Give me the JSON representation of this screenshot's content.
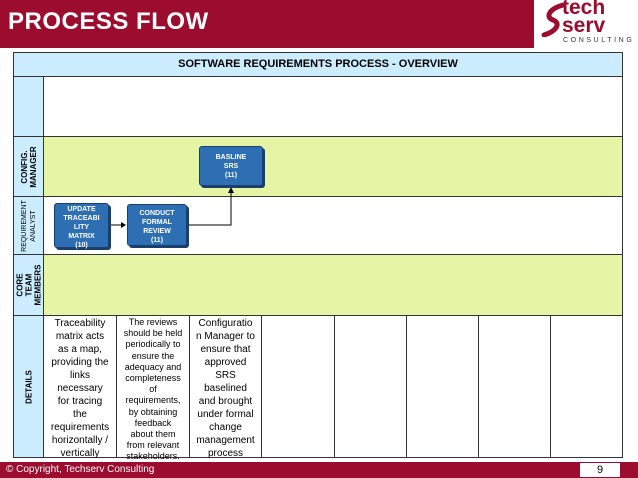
{
  "header": {
    "title": "PROCESS FLOW",
    "logo_line1": "tech",
    "logo_line2": "serv",
    "logo_sub": "CONSULTING"
  },
  "diagram": {
    "title": "SOFTWARE REQUIREMENTS PROCESS - OVERVIEW",
    "lanes": [
      {
        "label": ""
      },
      {
        "label": "CONFIG.\nMANAGER"
      },
      {
        "label": "REQUIREMENT\nANALYST"
      },
      {
        "label": "CORE TEAM\nMEMBERS"
      },
      {
        "label": "DETAILS"
      }
    ],
    "nodes": [
      {
        "id": "update-traceability",
        "label": "UPDATE\nTRACEABI\nLITY\nMATRIX\n(10)"
      },
      {
        "id": "conduct-formal-review",
        "label": "CONDUCT\nFORMAL\nREVIEW\n(11)"
      },
      {
        "id": "basline-srs",
        "label": "BASLINE\nSRS\n(11)"
      }
    ],
    "details": [
      "Traceability\nmatrix acts\nas a map,\nproviding the\nlinks\nnecessary\nfor tracing\nthe\nrequirements\nhorizontally /\nvertically",
      "The reviews\nshould be held\nperiodically to\nensure the\nadequacy and\ncompleteness\nof\nrequirements,\nby obtaining\nfeedback\nabout them\nfrom relevant\nstakeholders.",
      "Configuratio\nn Manager to\nensure that\napproved\nSRS\nbaselined\nand brought\nunder formal\nchange\nmanagement\nprocess",
      "",
      "",
      "",
      "",
      ""
    ]
  },
  "footer": {
    "copyright": "© Copyright,  Techserv Consulting",
    "page": "9"
  },
  "colors": {
    "brand": "#9b0c2e",
    "lane_green": "#e5f5a5",
    "label_blue": "#ccecff",
    "node_blue": "#2e6fb4"
  }
}
